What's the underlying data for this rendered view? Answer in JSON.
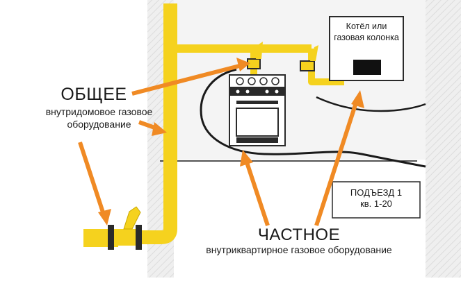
{
  "labels": {
    "common_title": "ОБЩЕЕ",
    "common_desc": "внутридомовое газовое оборудование",
    "private_title": "ЧАСТНОЕ",
    "private_desc": "внутриквартирное газовое оборудование",
    "boiler": "Котёл или газовая колонка",
    "entrance_line1": "ПОДЪЕЗД 1",
    "entrance_line2": "кв. 1-20"
  },
  "colors": {
    "pipe": "#f5d21e",
    "arrow": "#f08a24",
    "wall": "#e6e6e6",
    "line": "#1a1a1a"
  },
  "icons": [
    "gas-stove-icon",
    "boiler-icon",
    "gas-valve-icon",
    "arrow-icon"
  ]
}
